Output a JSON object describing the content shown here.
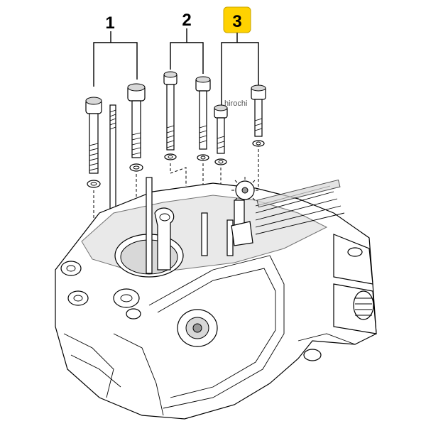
{
  "callouts": [
    {
      "id": "1",
      "label": "1",
      "highlight": false
    },
    {
      "id": "2",
      "label": "2",
      "highlight": false
    },
    {
      "id": "3",
      "label": "3",
      "highlight": true
    }
  ],
  "watermark": "hirochi",
  "colors": {
    "highlight_fill": "#ffd200",
    "line": "#000000",
    "shade": "#d8d8d8"
  }
}
